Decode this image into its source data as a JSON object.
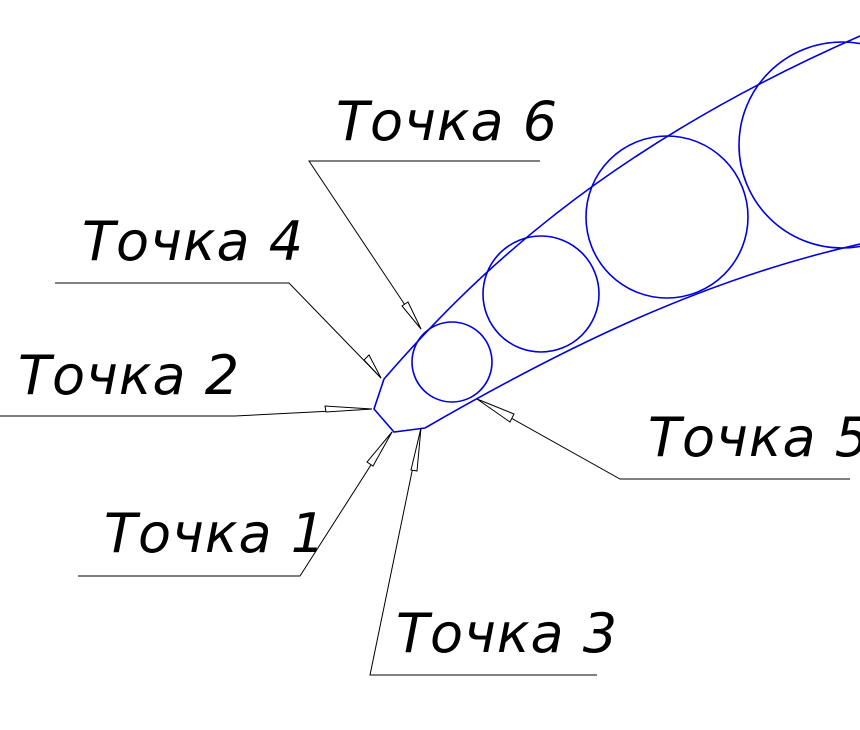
{
  "diagram": {
    "colors": {
      "profile": "#0000dd",
      "annotation": "#000000",
      "background": "#ffffff"
    },
    "labels": {
      "point6": "Точка 6",
      "point4": "Точка 4",
      "point2": "Точка 2",
      "point5": "Точка 5",
      "point1": "Точка 1",
      "point3": "Точка 3"
    }
  }
}
